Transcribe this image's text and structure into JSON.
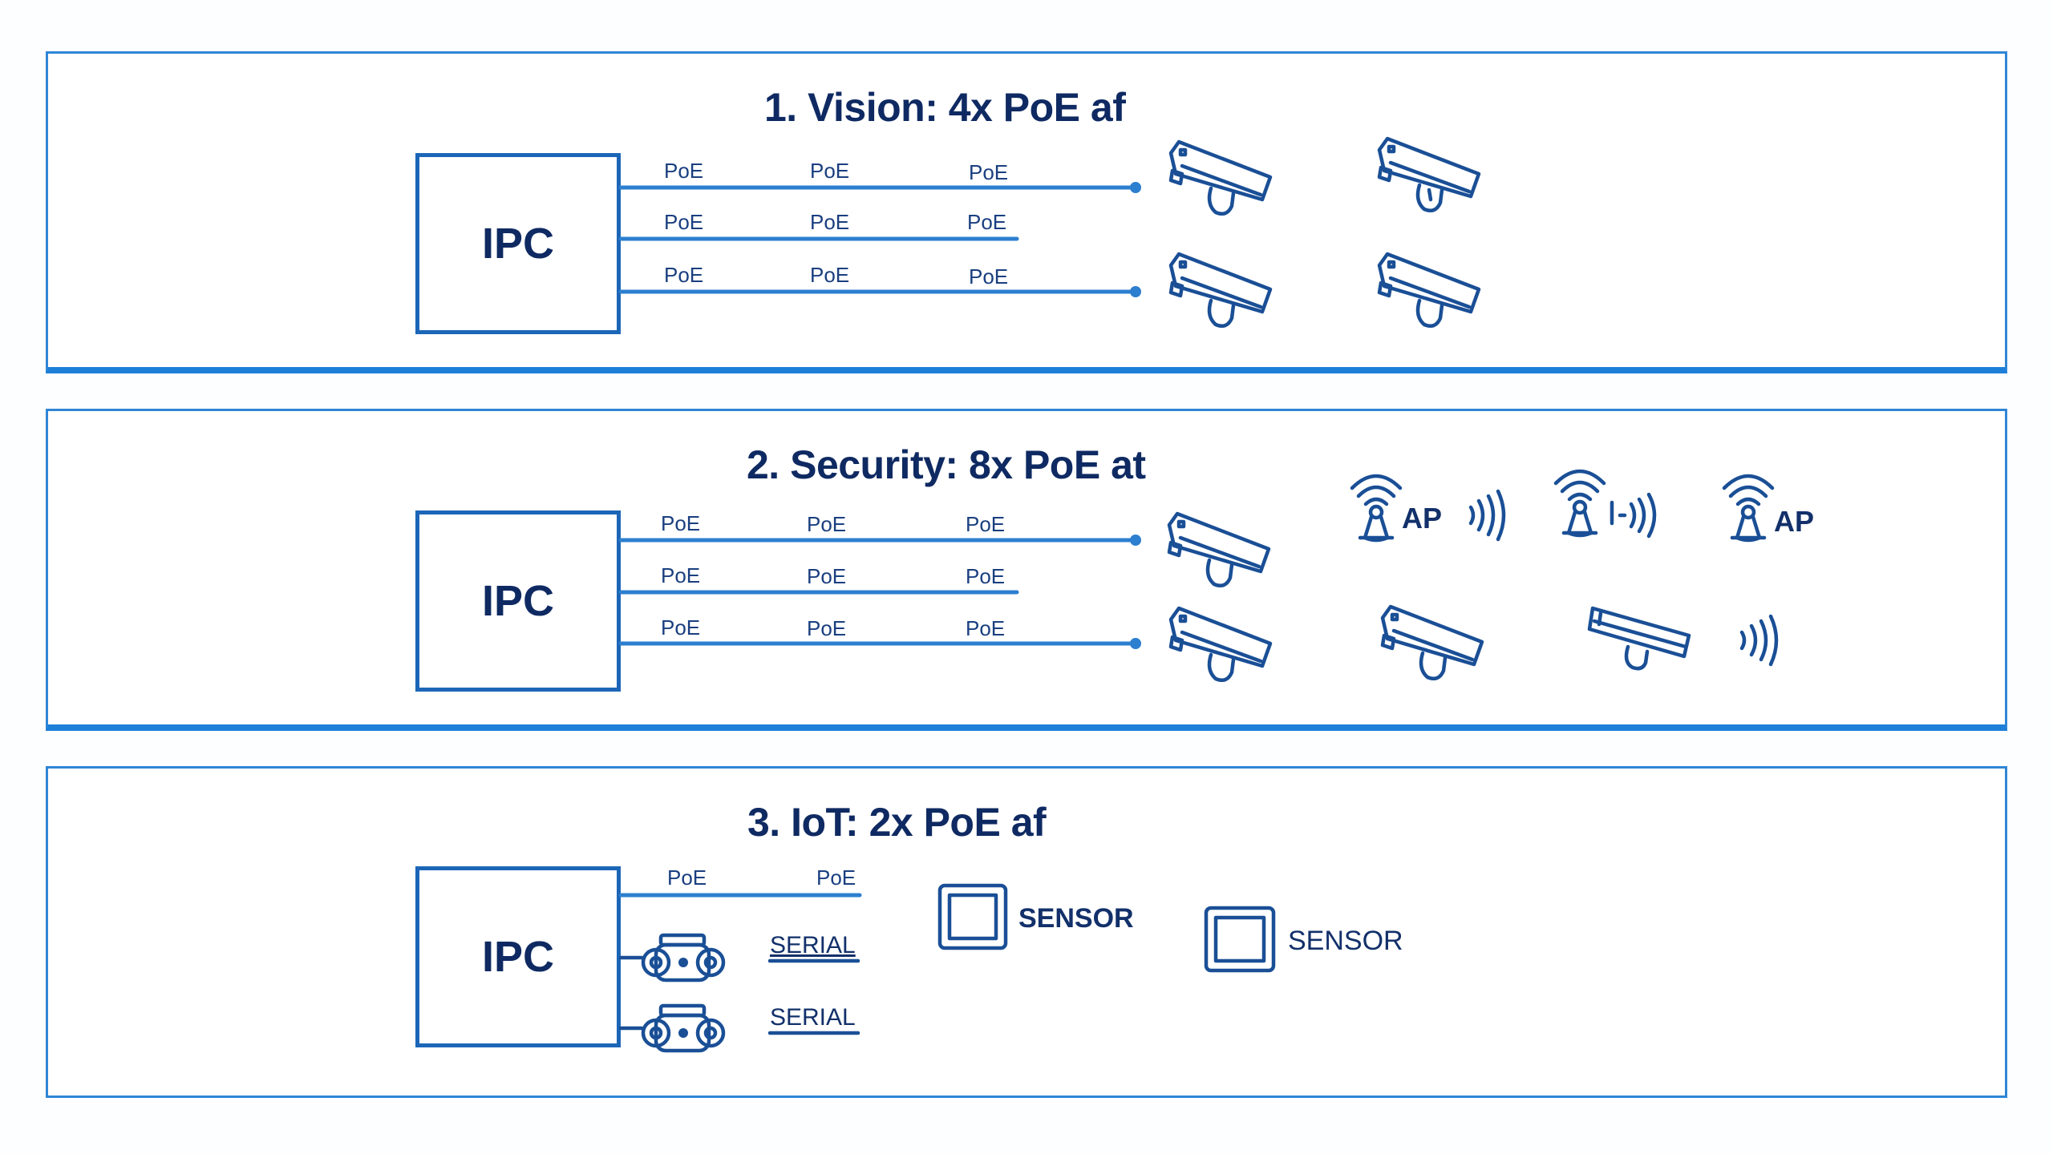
{
  "panels": [
    {
      "title": "1. Vision: 4x PoE af",
      "ipc_label": "IPC",
      "poe_rows": [
        [
          "PoE",
          "PoE",
          "PoE"
        ],
        [
          "PoE",
          "PoE",
          "PoE"
        ],
        [
          "PoE",
          "PoE",
          "PoE"
        ]
      ]
    },
    {
      "title": "2. Security: 8x PoE at",
      "ipc_label": "IPC",
      "poe_rows": [
        [
          "PoE",
          "PoE",
          "PoE"
        ],
        [
          "PoE",
          "PoE",
          "PoE"
        ],
        [
          "PoE",
          "PoE",
          "PoE"
        ]
      ],
      "ap_labels": [
        "AP",
        "AP"
      ]
    },
    {
      "title": "3. IoT: 2x PoE af",
      "ipc_label": "IPC",
      "poe_row": [
        "PoE",
        "PoE"
      ],
      "serial_labels": [
        "SERIAL",
        "SERIAL"
      ],
      "sensor_labels": [
        "SENSOR",
        "SENSOR"
      ]
    }
  ],
  "colors": {
    "line_blue": "#2d7fd0",
    "frame_blue": "#2f86d6",
    "ink": "#12306a"
  },
  "icons": [
    "camera-icon",
    "wireless-ap-icon",
    "wifi-waves-icon",
    "serial-device-icon",
    "sensor-icon"
  ]
}
